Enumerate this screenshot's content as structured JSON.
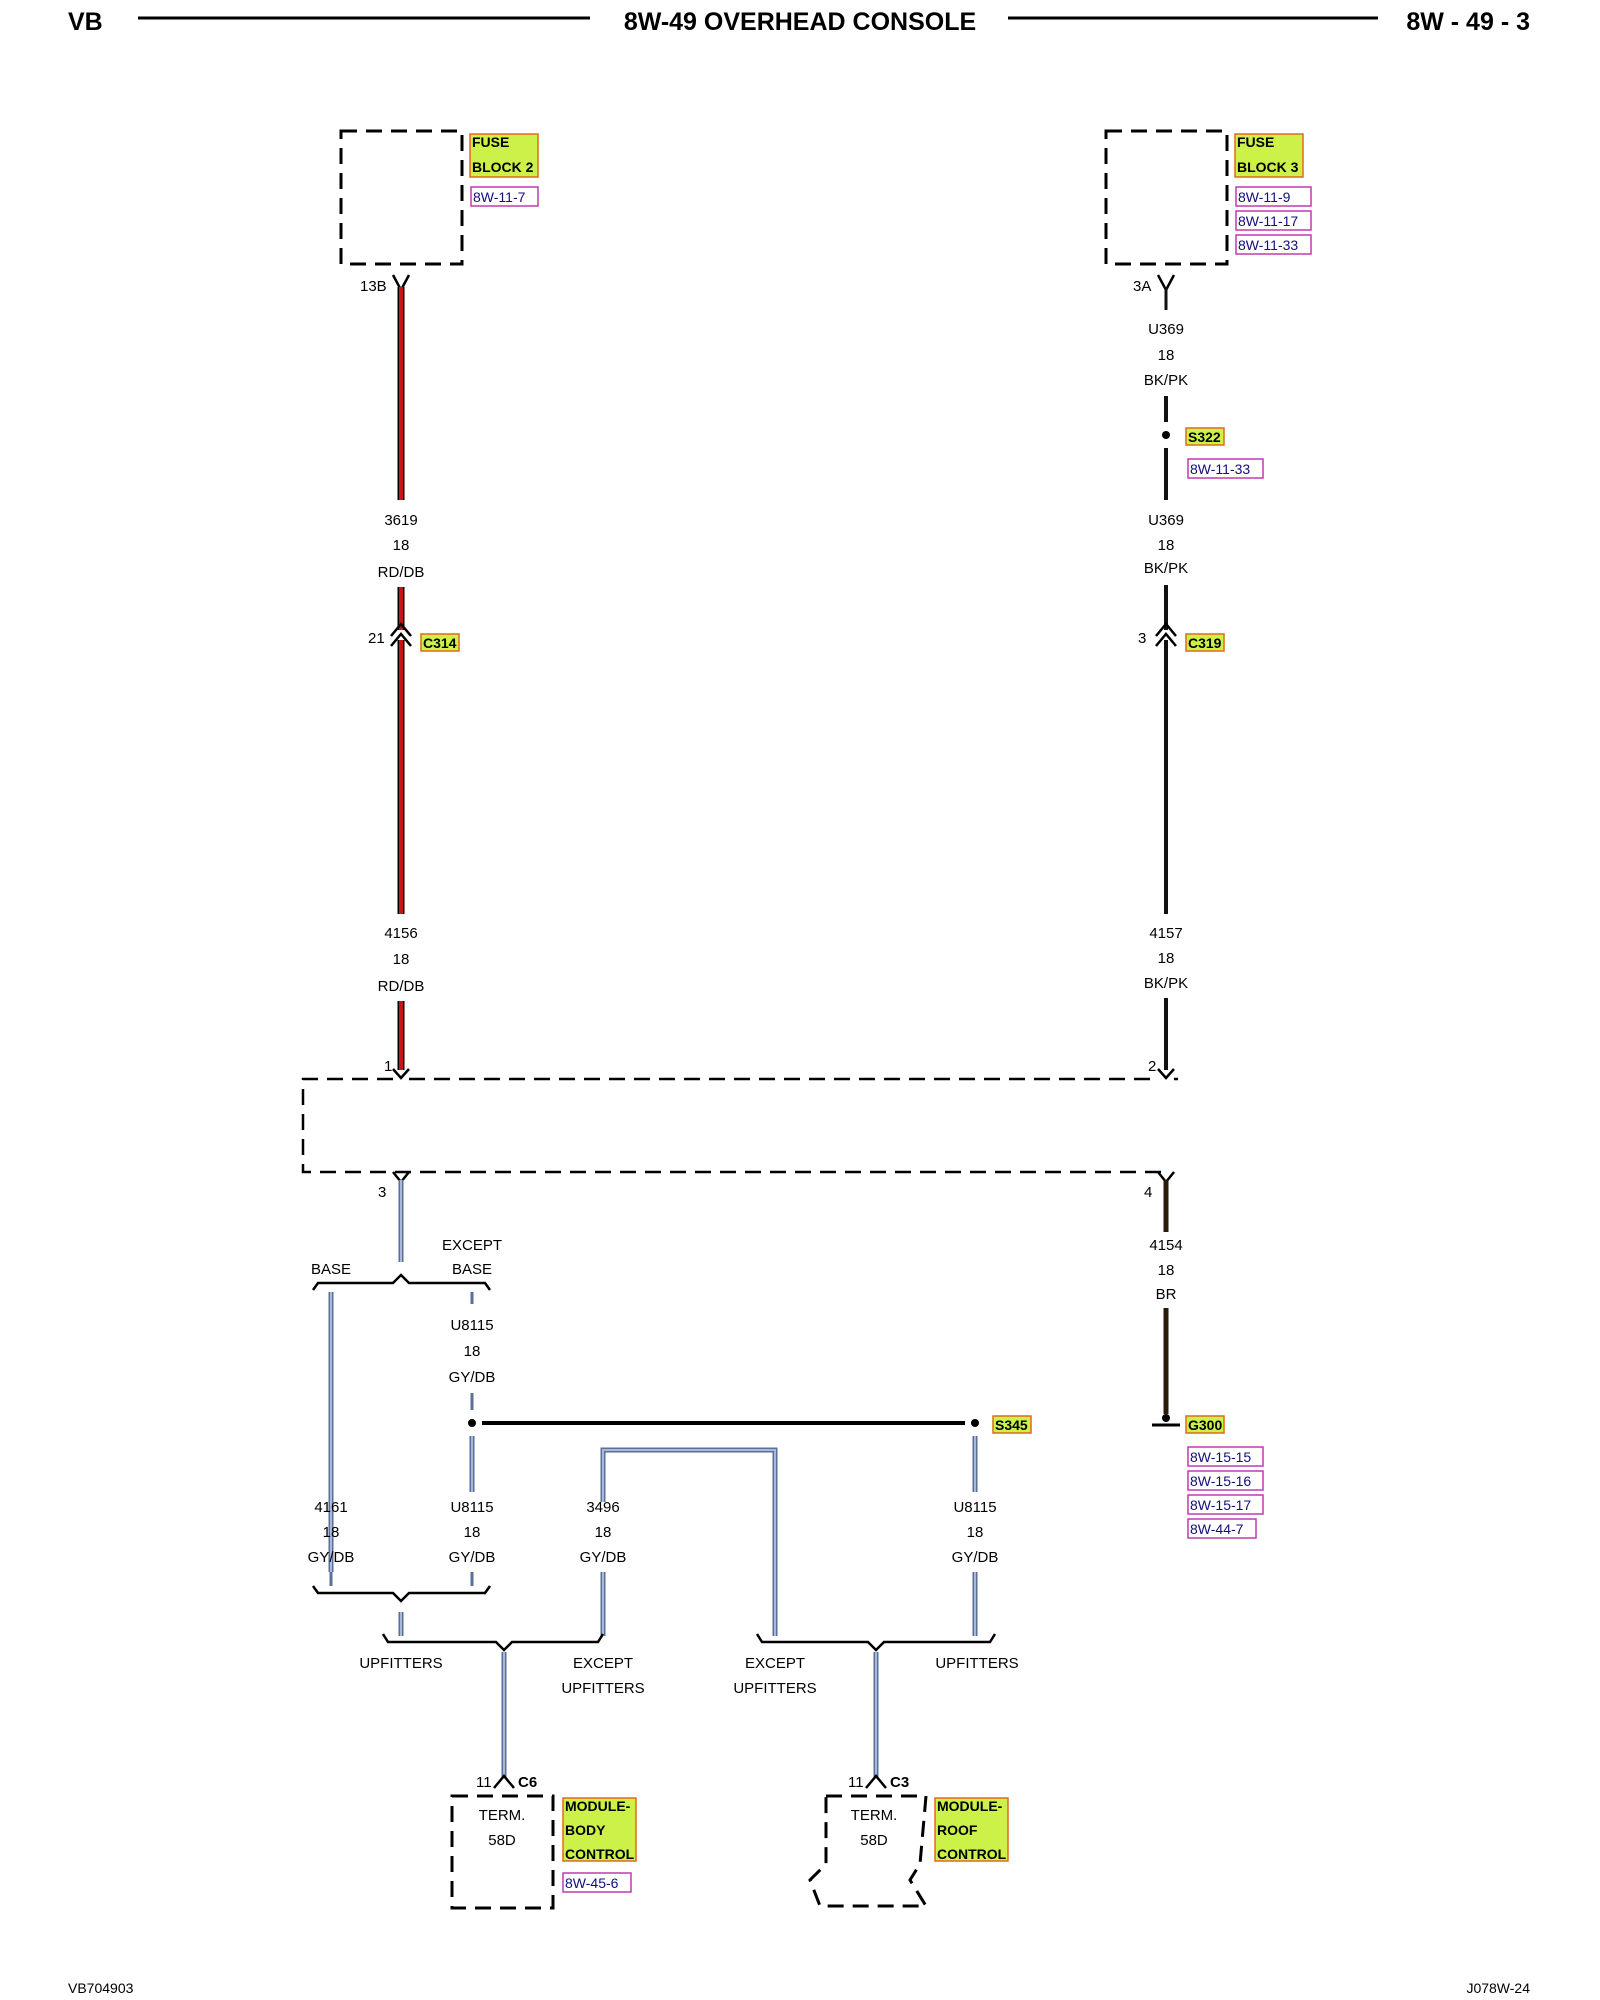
{
  "header": {
    "left": "VB",
    "title": "8W-49 OVERHEAD CONSOLE",
    "right": "8W - 49 - 3"
  },
  "footer": {
    "left": "VB704903",
    "right": "J078W-24"
  },
  "colors": {
    "wire_red": "#c81414",
    "wire_black": "#111111",
    "wire_blue": "#8aa0c8",
    "tag_fill": "#ccf24a",
    "tag_border": "#e06a1a",
    "ref_border": "#c03ab0",
    "ref_text": "#10107a"
  },
  "components": {
    "fuse_block_2": {
      "line1": "FUSE",
      "line2": "BLOCK 2",
      "refs": [
        "8W-11-7"
      ]
    },
    "fuse_block_3": {
      "line1": "FUSE",
      "line2": "BLOCK 3",
      "refs": [
        "8W-11-9",
        "8W-11-17",
        "8W-11-33"
      ]
    },
    "module_body": {
      "line1": "MODULE-",
      "line2": "BODY",
      "line3": "CONTROL",
      "refs": [
        "8W-45-6"
      ],
      "term1": "TERM.",
      "term2": "58D",
      "pin": "11",
      "connector": "C6"
    },
    "module_roof": {
      "line1": "MODULE-",
      "line2": "ROOF",
      "line3": "CONTROL",
      "term1": "TERM.",
      "term2": "58D",
      "pin": "11",
      "connector": "C3"
    }
  },
  "pins": {
    "fb2": "13B",
    "fb3": "3A",
    "c314": "21",
    "c319": "3",
    "console_1": "1",
    "console_2": "2",
    "console_3": "3",
    "console_4": "4"
  },
  "tags": {
    "c314": "C314",
    "c319": "C319",
    "s322": "S322",
    "s345": "S345",
    "g300": "G300"
  },
  "refs": {
    "s322": [
      "8W-11-33"
    ],
    "g300": [
      "8W-15-15",
      "8W-15-16",
      "8W-15-17",
      "8W-44-7"
    ]
  },
  "wires": {
    "w3619": [
      "3619",
      "18",
      "RD/DB"
    ],
    "w4156": [
      "4156",
      "18",
      "RD/DB"
    ],
    "wU369a": [
      "U369",
      "18",
      "BK/PK"
    ],
    "wU369b": [
      "U369",
      "18",
      "BK/PK"
    ],
    "w4157": [
      "4157",
      "18",
      "BK/PK"
    ],
    "w4154": [
      "4154",
      "18",
      "BR"
    ],
    "wU8115a": [
      "U8115",
      "18",
      "GY/DB"
    ],
    "w4161": [
      "4161",
      "18",
      "GY/DB"
    ],
    "wU8115b": [
      "U8115",
      "18",
      "GY/DB"
    ],
    "w3496": [
      "3496",
      "18",
      "GY/DB"
    ],
    "wU8115c": [
      "U8115",
      "18",
      "GY/DB"
    ]
  },
  "options": {
    "base": "BASE",
    "except_base_1": "EXCEPT",
    "except_base_2": "BASE",
    "upfitters_left": "UPFITTERS",
    "except_upfitters_left_1": "EXCEPT",
    "except_upfitters_left_2": "UPFITTERS",
    "except_upfitters_right_1": "EXCEPT",
    "except_upfitters_right_2": "UPFITTERS",
    "upfitters_right": "UPFITTERS"
  }
}
